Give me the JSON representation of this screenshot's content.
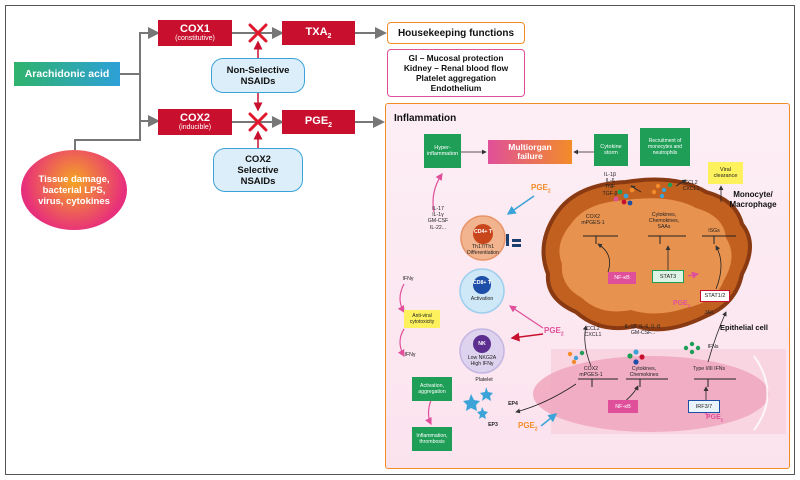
{
  "arachidonic_acid": "Arachidonic acid",
  "tissue_damage": "Tissue damage, bacterial LPS, virus, cytokines",
  "cox1": {
    "name": "COX1",
    "note": "(constitutive)"
  },
  "cox2": {
    "name": "COX2",
    "note": "(inducible)"
  },
  "txa2": {
    "base": "TXA",
    "sub": "2"
  },
  "pge2_top": {
    "base": "PGE",
    "sub": "2"
  },
  "nonselective_nsaids": "Non-Selective NSAIDs",
  "cox2_selective": {
    "line1": "COX2",
    "line2": "Selective",
    "line3": "NSAIDs"
  },
  "housekeeping": {
    "title": "Housekeeping functions",
    "items": [
      "GI – Mucosal protection",
      "Kidney – Renal blood flow",
      "Platelet aggregation",
      "Endothelium"
    ]
  },
  "inflammation": {
    "title": "Inflammation",
    "hyper": "Hyper-inflammation",
    "multiorgan": "Multiorgan failure",
    "storm": "Cytokine storm",
    "recruitment": "Recruitment of monocytes and neutrophils",
    "viral_clearance": "Viral clearance",
    "monocyte": "Monocyte/ Macrophage",
    "epithelial": "Epithelial cell",
    "pge2": {
      "base": "PGE",
      "sub": "2"
    },
    "th_cytokines": [
      "IL-17",
      "IL-1γ",
      "GM-CSF",
      "IL-22..."
    ],
    "cd4": {
      "label": "CD4+ T",
      "diff": "Th17/Th1 Differentiation"
    },
    "cd8": {
      "label": "CD8+ T",
      "act": "Activation"
    },
    "ifn_gamma": "IFNγ",
    "ifn_gamma2": "IFNγ",
    "antiviral": "Anti-viral cytotoxicity",
    "nk": {
      "label": "NK",
      "desc": "Low NKG2A High IFNγ"
    },
    "storm_cyt": [
      "IL-1β",
      "IL-6",
      "TNF",
      "TGF-β"
    ],
    "recruit_cyt": [
      "CCL2",
      "CXCL1"
    ],
    "macro": {
      "cox2": "COX2",
      "mpges": "mPGES-1",
      "cytokines": "Cytokines, Chemokines, SAAs",
      "isgs": "ISGs",
      "nfkb": "NF-κB",
      "stat3": "STAT3",
      "stat12": "STAT1/2",
      "jak": "JAK"
    },
    "epi": {
      "ccl2": "CCL2",
      "cxcl1": "CXCL1",
      "il_list": "IL-1β, IL-6, IL-8, GM-CSF...",
      "ifns": "IFNs",
      "cox2": "COX2",
      "mpges": "mPGES-1",
      "cytokines": "Cytokines, Chemokines",
      "type_ifns": "Type I/III IFNs",
      "nfkb": "NF-κB",
      "irf": "IRF3/7"
    },
    "platelet": "Platelet",
    "ep4": "EP4",
    "ep3": "EP3",
    "activation_agg": "Activation, aggregation",
    "inflam_thromb": "Inflammation, thrombosis"
  },
  "colors": {
    "red": "#c8102e",
    "green": "#1e9e57",
    "blue": "#3ba3d8",
    "orange": "#f28c28",
    "pink": "#e0509a",
    "brown": "#b5531f"
  }
}
